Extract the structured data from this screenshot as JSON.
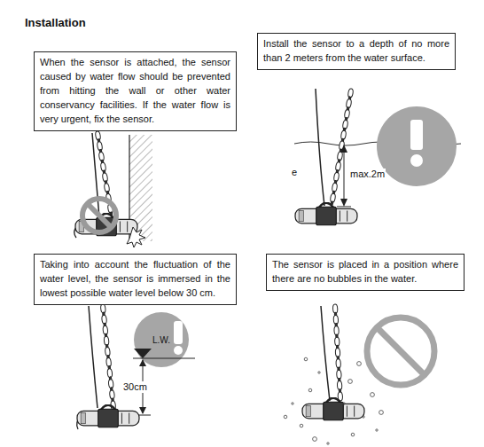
{
  "diagram": {
    "title": "Installation",
    "nodes": [
      {
        "text": [
          "When the sensor is attached, the sensor caused by water flow should be prevented from hitting the wall or other water conservancy facilities. If the water flow is very urgent, fix the sensor."
        ]
      },
      {
        "text": [
          "Install the sensor to a depth of no more than 2 meters from the water surface."
        ]
      },
      {
        "text": [
          "Taking into account the fluctuation of the water level, the sensor is immersed in the lowest possible water level below 30 cm."
        ]
      },
      {
        "text": [
          "The sensor is placed in a position where there are no bubbles in the water."
        ]
      }
    ],
    "labels": [
      "e",
      "max.2m",
      "L.W.",
      "30cm"
    ]
  }
}
